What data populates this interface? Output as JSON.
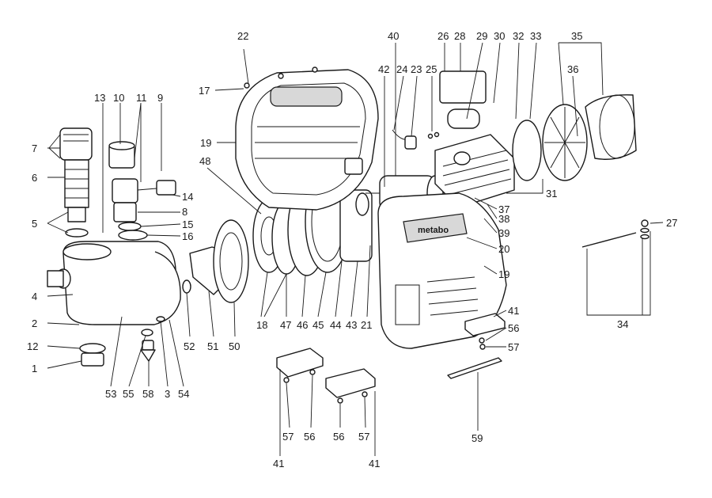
{
  "brand": "metabo",
  "labels": {
    "l1": "1",
    "l2": "2",
    "l3": "3",
    "l4": "4",
    "l5": "5",
    "l6": "6",
    "l7": "7",
    "l8": "8",
    "l9": "9",
    "l10": "10",
    "l11": "11",
    "l12": "12",
    "l13": "13",
    "l14": "14",
    "l15": "15",
    "l16": "16",
    "l17": "17",
    "l18": "18",
    "l19a": "19",
    "l19b": "19",
    "l20": "20",
    "l21": "21",
    "l22": "22",
    "l23": "23",
    "l24": "24",
    "l25": "25",
    "l26": "26",
    "l27": "27",
    "l28": "28",
    "l29": "29",
    "l30": "30",
    "l31": "31",
    "l32": "32",
    "l33": "33",
    "l34": "34",
    "l35": "35",
    "l36": "36",
    "l37": "37",
    "l38": "38",
    "l39": "39",
    "l40": "40",
    "l41a": "41",
    "l41b": "41",
    "l41c": "41",
    "l42": "42",
    "l43": "43",
    "l44": "44",
    "l45": "45",
    "l46": "46",
    "l47": "47",
    "l48": "48",
    "l50": "50",
    "l51": "51",
    "l52": "52",
    "l53": "53",
    "l54": "54",
    "l55": "55",
    "l56a": "56",
    "l56b": "56",
    "l56c": "56",
    "l57a": "57",
    "l57b": "57",
    "l57c": "57",
    "l58": "58",
    "l59": "59"
  }
}
